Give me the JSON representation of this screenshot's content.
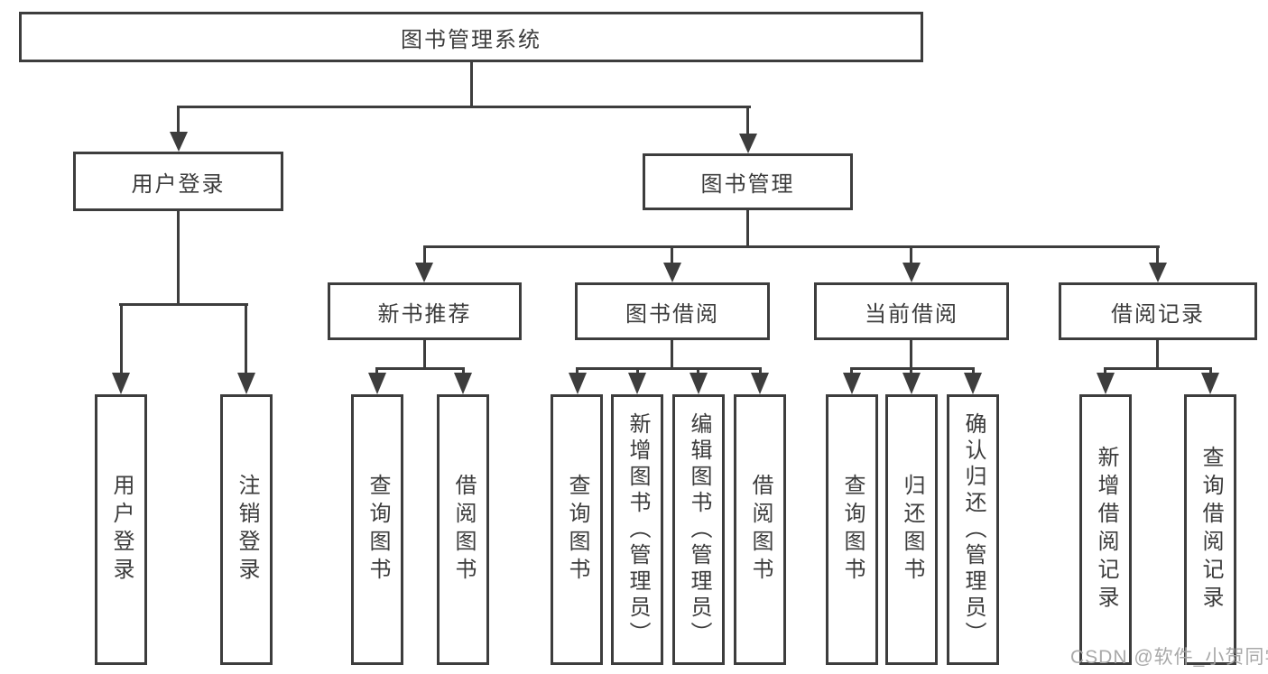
{
  "diagram": {
    "title": "图书管理系统",
    "root": {
      "label": "图书管理系统"
    },
    "level2": [
      {
        "label": "用户登录"
      },
      {
        "label": "图书管理"
      }
    ],
    "level3": [
      {
        "label": "新书推荐"
      },
      {
        "label": "图书借阅"
      },
      {
        "label": "当前借阅"
      },
      {
        "label": "借阅记录"
      }
    ],
    "leaves": [
      {
        "label": "用户登录"
      },
      {
        "label": "注销登录"
      },
      {
        "label": "查询图书"
      },
      {
        "label": "借阅图书"
      },
      {
        "label": "查询图书"
      },
      {
        "label": "新增图书（管理员）"
      },
      {
        "label": "编辑图书（管理员）"
      },
      {
        "label": "借阅图书"
      },
      {
        "label": "查询图书"
      },
      {
        "label": "归还图书"
      },
      {
        "label": "确认归还（管理员）"
      },
      {
        "label": "新增借阅记录"
      },
      {
        "label": "查询借阅记录"
      }
    ],
    "colors": {
      "line": "#3d3d3d",
      "text": "#3c3c3c",
      "background": "#ffffff",
      "watermark": "#a4a4a4"
    },
    "watermark": "CSDN @软件_小贺同学"
  }
}
